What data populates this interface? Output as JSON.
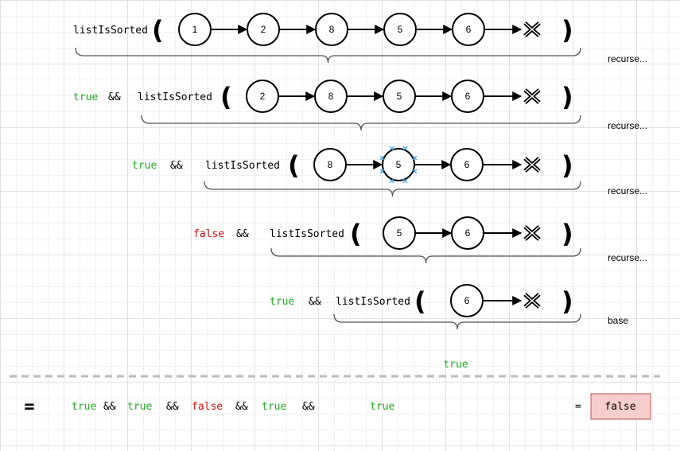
{
  "colors": {
    "true": "#22aa22",
    "false": "#cc1111",
    "text": "#000000",
    "result_fill": "#f8cecc",
    "result_stroke": "#b85450",
    "selection": "#3ba7e8"
  },
  "function_name": "listIsSorted",
  "and_op": "&&",
  "null_symbol": "X",
  "rows": [
    {
      "prefix": "",
      "nodes": [
        "1",
        "2",
        "8",
        "5",
        "6"
      ],
      "note": "recurse..."
    },
    {
      "prefix": "true",
      "nodes": [
        "2",
        "8",
        "5",
        "6"
      ],
      "note": "recurse..."
    },
    {
      "prefix": "true",
      "nodes": [
        "8",
        "5",
        "6"
      ],
      "note": "recurse...",
      "selected_node": 1
    },
    {
      "prefix": "false",
      "nodes": [
        "5",
        "6"
      ],
      "note": "recurse..."
    },
    {
      "prefix": "true",
      "nodes": [
        "6"
      ],
      "note": "base"
    }
  ],
  "base_result": "true",
  "summary": {
    "equals": "=",
    "terms": [
      "true",
      "true",
      "false",
      "true",
      "true"
    ],
    "result_equals": "=",
    "result": "false"
  }
}
